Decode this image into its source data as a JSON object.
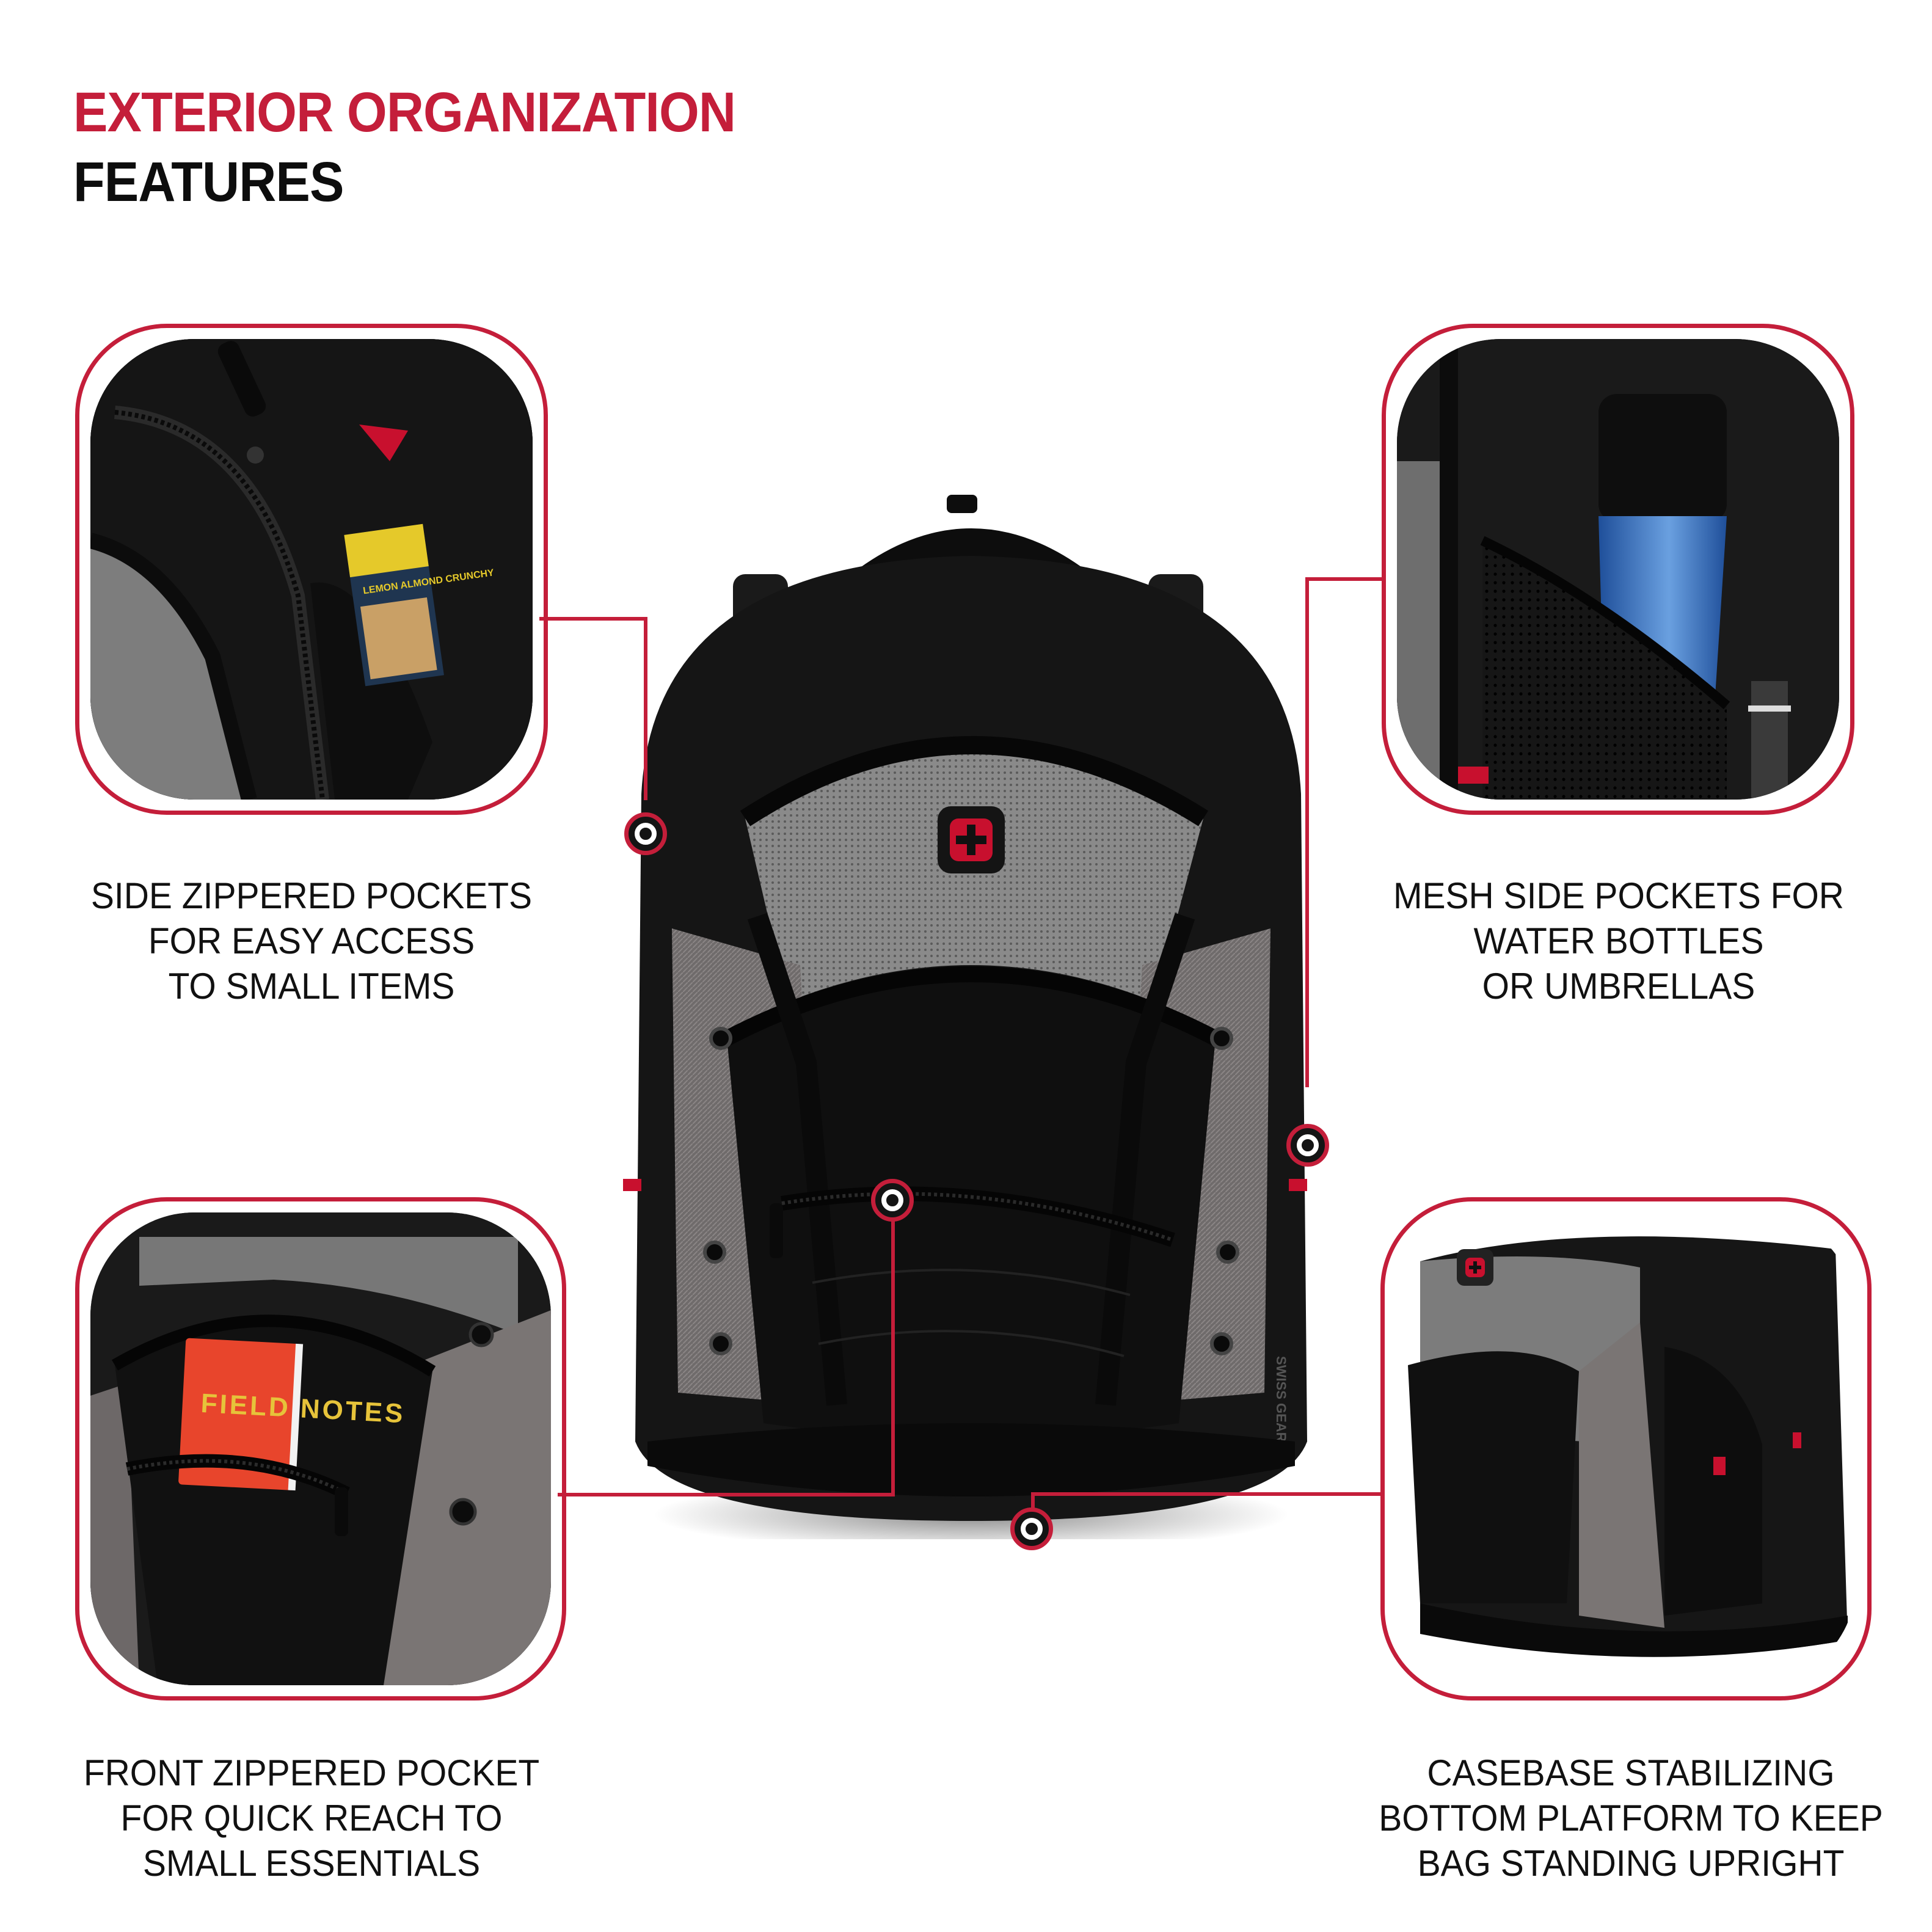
{
  "header": {
    "title_line1": "EXTERIOR ORGANIZATION",
    "title_line2": "FEATURES",
    "accent_color": "#C41E3A",
    "text_color": "#0D0D0D"
  },
  "features": [
    {
      "id": "side-zippered-pockets",
      "caption": [
        "SIDE ZIPPERED POCKETS",
        "FOR EASY ACCESS",
        "TO SMALL ITEMS"
      ],
      "photo_detail": "Side zippered pocket holding a snack bar",
      "snack_label": "LEMON ALMOND CRUNCHY"
    },
    {
      "id": "mesh-side-pockets",
      "caption": [
        "MESH SIDE POCKETS FOR",
        "WATER BOTTLES",
        "OR UMBRELLAS"
      ],
      "photo_detail": "Mesh side pocket holding a blue water bottle",
      "bottle_color": "#2F6FC0"
    },
    {
      "id": "front-zippered-pocket",
      "caption": [
        "FRONT ZIPPERED POCKET",
        "FOR QUICK REACH TO",
        "SMALL ESSENTIALS"
      ],
      "photo_detail": "Front zippered pocket with a notebook",
      "notebook_label": "FIELD NOTES",
      "notebook_color": "#E8452C"
    },
    {
      "id": "casebase-platform",
      "caption": [
        "CASEBASE STABILIZING",
        "BOTTOM PLATFORM TO KEEP",
        "BAG STANDING UPRIGHT"
      ],
      "photo_detail": "Three-quarter view of backpack base"
    }
  ],
  "product": {
    "logo_icon": "swiss-cross-icon",
    "side_brand_text": "SWISS GEAR",
    "colors": {
      "body": "#141414",
      "panel_gray": "#8A8A8A",
      "accent_red": "#D0102A"
    }
  },
  "markers": [
    {
      "name": "side-pocket-marker"
    },
    {
      "name": "mesh-pocket-marker"
    },
    {
      "name": "front-pocket-marker"
    },
    {
      "name": "casebase-marker"
    }
  ]
}
